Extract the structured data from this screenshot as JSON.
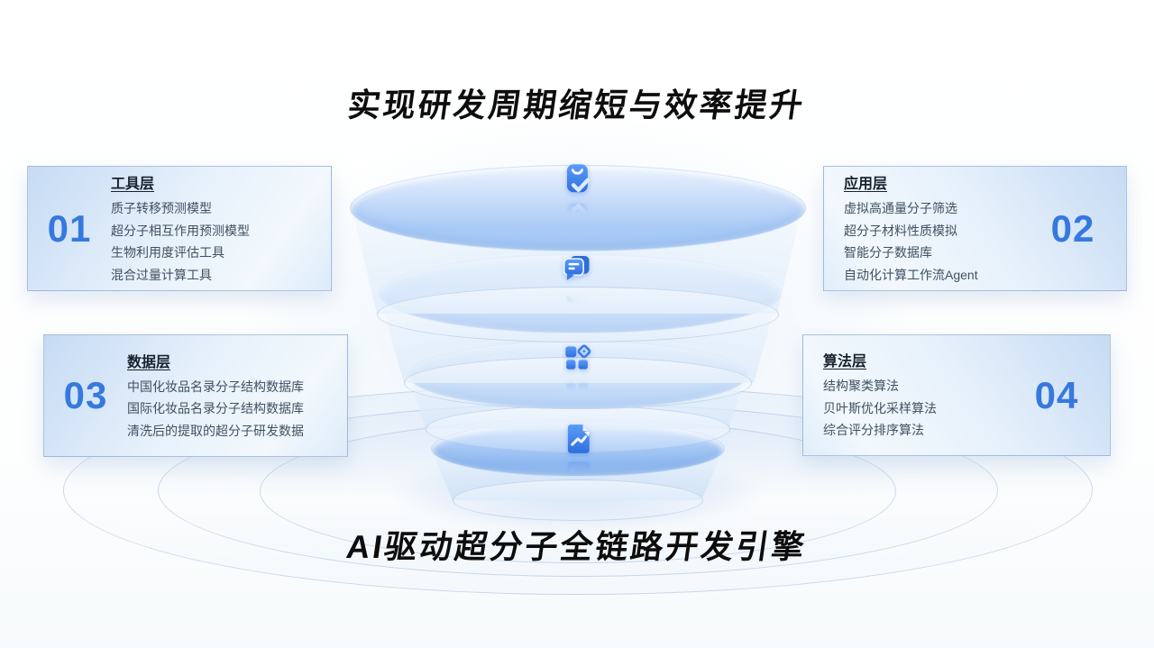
{
  "titles": {
    "top": "实现研发周期缩短与效率提升",
    "bottom": "AI驱动超分子全链路开发引擎"
  },
  "cards": [
    {
      "number": "01",
      "title": "工具层",
      "position": "top-left",
      "items": [
        "质子转移预测模型",
        "超分子相互作用预测模型",
        "生物利用度评估工具",
        "混合过量计算工具"
      ]
    },
    {
      "number": "02",
      "title": "应用层",
      "position": "top-right",
      "items": [
        "虚拟高通量分子筛选",
        "超分子材料性质模拟",
        "智能分子数据库",
        "自动化计算工作流Agent"
      ]
    },
    {
      "number": "03",
      "title": "数据层",
      "position": "bottom-left",
      "items": [
        "中国化妆品名录分子结构数据库",
        "国际化妆品名录分子结构数据库",
        "清洗后的提取的超分子研发数据"
      ]
    },
    {
      "number": "04",
      "title": "算法层",
      "position": "bottom-right",
      "items": [
        "结构聚类算法",
        "贝叶斯优化采样算法",
        "综合评分排序算法"
      ]
    }
  ],
  "funnel": {
    "tiers": [
      {
        "level": 1,
        "icon": "clipboard-check-icon"
      },
      {
        "level": 2,
        "icon": "chat-messages-icon"
      },
      {
        "level": 3,
        "icon": "category-grid-icon"
      },
      {
        "level": 4,
        "icon": "document-trend-icon"
      }
    ]
  },
  "colors": {
    "accent_blue": "#3b82f6",
    "number_blue": "#3679de",
    "title_text": "#0d0d0d",
    "card_bg_start": "#c6dbf4",
    "card_bg_end": "#f2f8fd",
    "funnel_light": "#eaf3fd",
    "funnel_deep": "#8fb9f1",
    "ring_line": "#9eb8db"
  }
}
